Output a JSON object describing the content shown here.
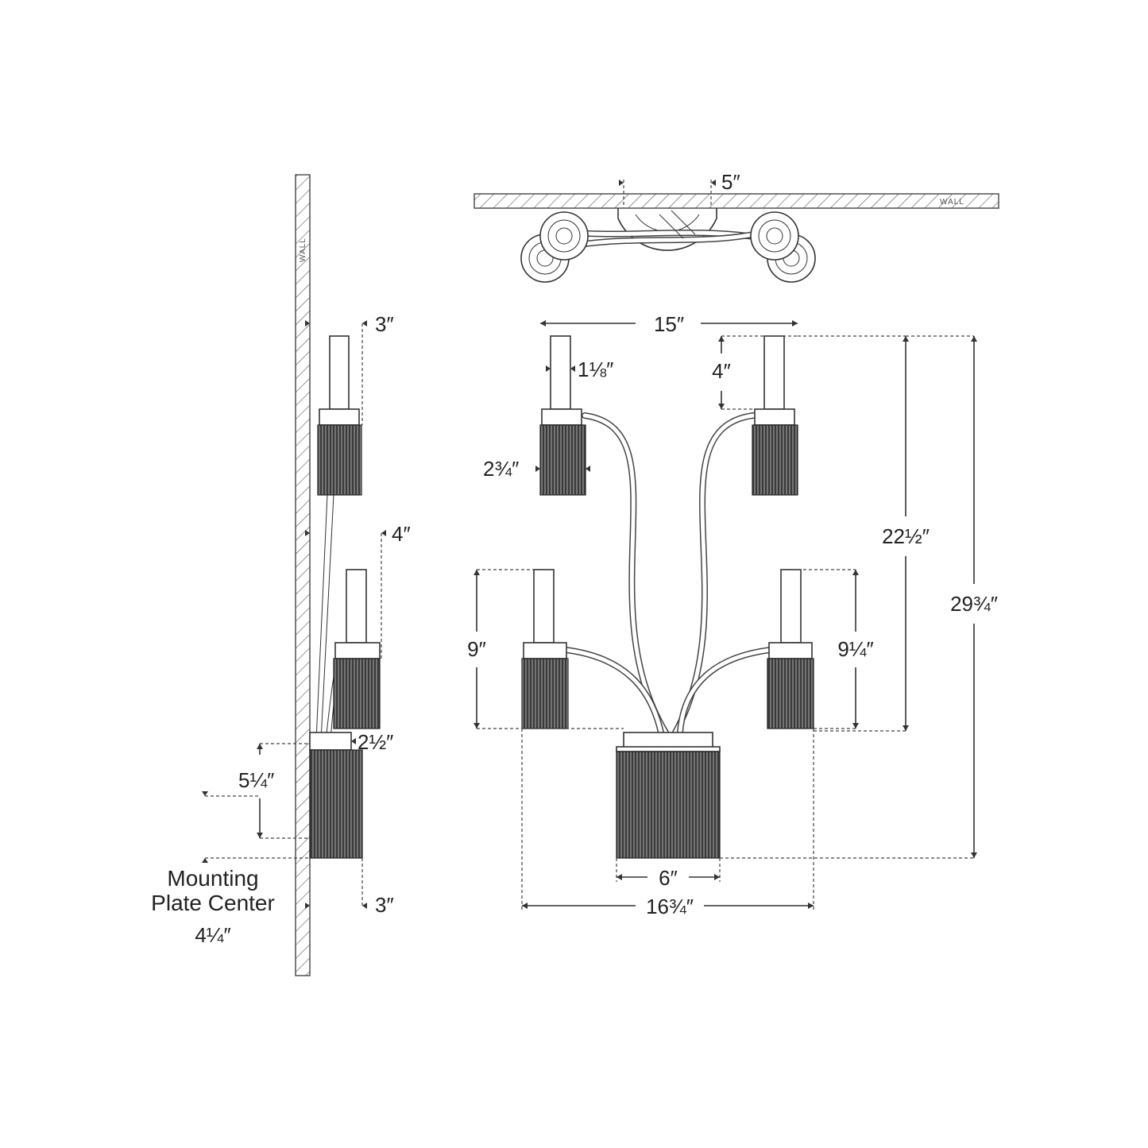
{
  "wall_label_side": "WALL",
  "wall_label_top": "WALL",
  "dimensions": {
    "top_depth": "5″",
    "side_top_tube": "3″",
    "side_mid_tube": "4″",
    "side_backplate": "2½″",
    "side_mount_offset": "5¼″",
    "side_bottom_shade": "3″",
    "side_projection": "4¼″",
    "front_top_span": "15″",
    "front_tube_width": "1⅛″",
    "front_top_tube_height": "4″",
    "front_shade_width": "2¾″",
    "front_height_upper": "22½″",
    "front_height_overall": "29¾″",
    "front_left_mid_height": "9″",
    "front_right_mid_height": "9¼″",
    "front_bottom_shade_width": "6″",
    "front_overall_width": "16¾″"
  },
  "mounting_label_line1": "Mounting",
  "mounting_label_line2": "Plate Center",
  "colors": {
    "line": "#333333",
    "shade": "#3a3a3a",
    "background": "#ffffff"
  }
}
